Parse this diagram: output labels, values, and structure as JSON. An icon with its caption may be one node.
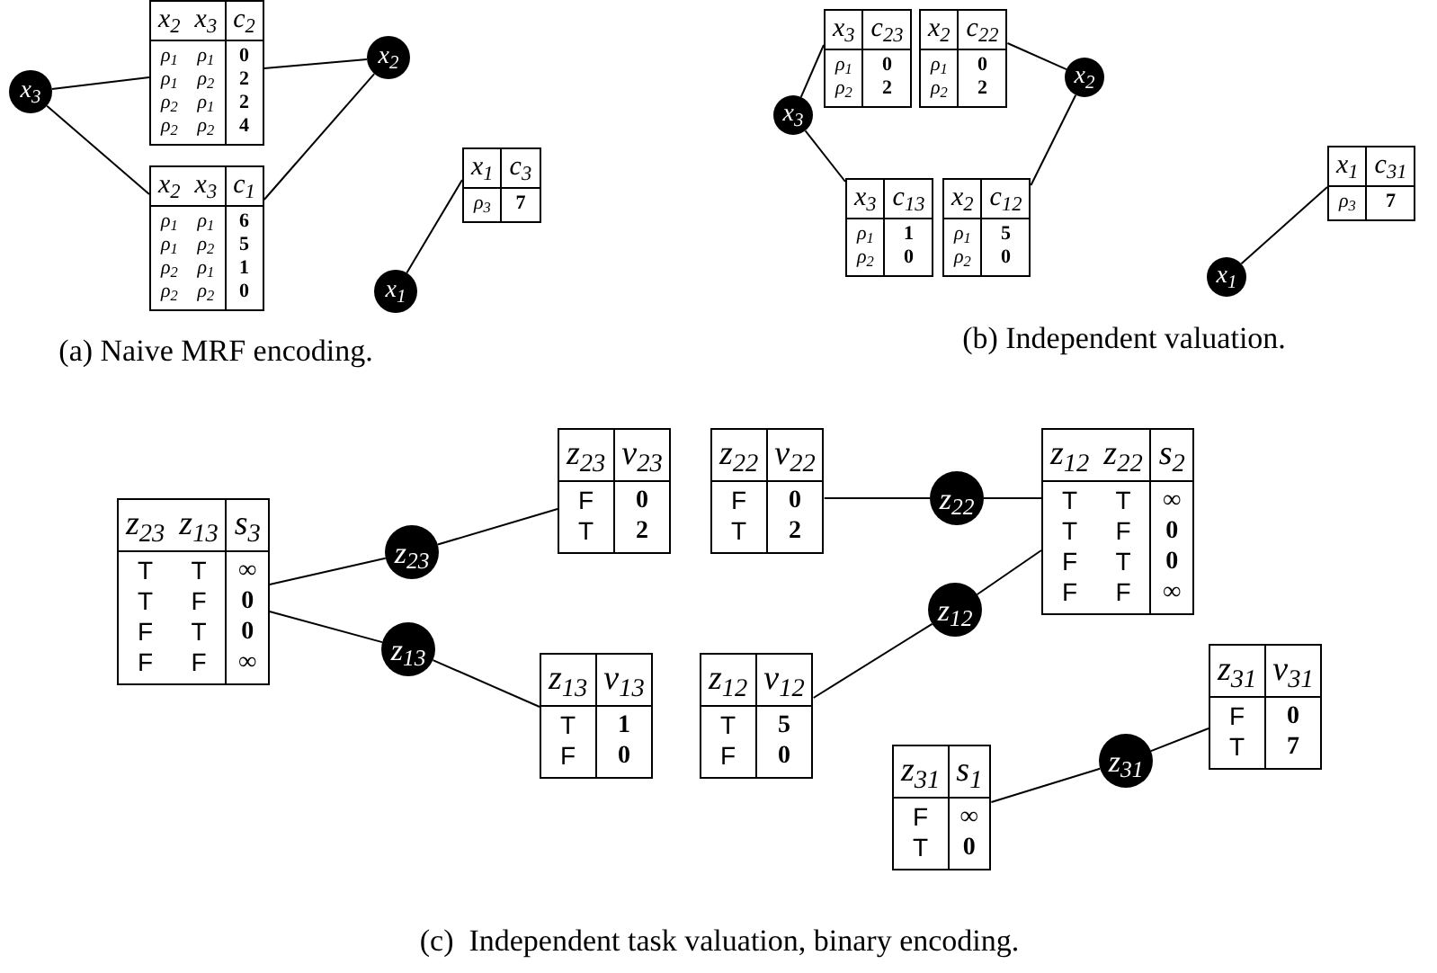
{
  "diagram": {
    "nodes": [
      {
        "text": [
          "x$_{2}$",
          "x$_{3}$",
          "c$_{2}$",
          "ρ$_{1}$",
          "ρ$_{1}$",
          "0",
          "ρ$_{1}$",
          "ρ$_{2}$",
          "2",
          "ρ$_{2}$",
          "ρ$_{1}$",
          "2",
          "ρ$_{2}$",
          "ρ$_{2}$",
          "4"
        ]
      },
      {
        "text": [
          "x$_{3}$"
        ]
      },
      {
        "text": [
          "x$_{2}$"
        ]
      },
      {
        "text": [
          "x$_{2}$",
          "x$_{3}$",
          "c$_{1}$",
          "ρ$_{1}$",
          "ρ$_{1}$",
          "6",
          "ρ$_{1}$",
          "ρ$_{2}$",
          "5",
          "ρ$_{2}$",
          "ρ$_{1}$",
          "1",
          "ρ$_{2}$",
          "ρ$_{2}$",
          "0"
        ]
      },
      {
        "text": [
          "x$_{1}$",
          "c$_{3}$",
          "ρ$_{3}$",
          "7"
        ]
      },
      {
        "text": [
          "x$_{1}$"
        ]
      },
      {
        "text": [
          "x$_{3}$",
          "c$_{23}$",
          "ρ$_{1}$",
          "0",
          "ρ$_{2}$",
          "2"
        ]
      },
      {
        "text": [
          "x$_{2}$",
          "c$_{22}$",
          "ρ$_{1}$",
          "0",
          "ρ$_{2}$",
          "2"
        ]
      },
      {
        "text": [
          "x$_{3}$"
        ]
      },
      {
        "text": [
          "x$_{2}$"
        ]
      },
      {
        "text": [
          "x$_{3}$",
          "c$_{13}$",
          "ρ$_{1}$",
          "1",
          "ρ$_{2}$",
          "0"
        ]
      },
      {
        "text": [
          "x$_{2}$",
          "c$_{12}$",
          "ρ$_{1}$",
          "5",
          "ρ$_{2}$",
          "0"
        ]
      },
      {
        "text": [
          "x$_{1}$",
          "c$_{31}$",
          "ρ$_{3}$",
          "7"
        ]
      },
      {
        "text": [
          "x$_{1}$"
        ]
      },
      {
        "text": [
          "z$_{23}$",
          "z$_{13}$",
          "s$_{3}$",
          "T",
          "T",
          "∞",
          "T",
          "F",
          "0",
          "F",
          "T",
          "0",
          "F",
          "F",
          "∞"
        ]
      },
      {
        "text": [
          "z$_{23}$",
          "v$_{23}$",
          "F",
          "0",
          "T",
          "2"
        ]
      },
      {
        "text": [
          "z$_{22}$",
          "v$_{22}$",
          "F",
          "0",
          "T",
          "2"
        ]
      },
      {
        "text": [
          "z$_{23}$"
        ]
      },
      {
        "text": [
          "z$_{22}$"
        ]
      },
      {
        "text": [
          "z$_{12}$",
          "z$_{22}$",
          "s$_{2}$",
          "T",
          "T",
          "∞",
          "T",
          "F",
          "0",
          "F",
          "T",
          "0",
          "F",
          "F",
          "∞"
        ]
      },
      {
        "text": [
          "z$_{13}$"
        ]
      },
      {
        "text": [
          "z$_{12}$"
        ]
      },
      {
        "text": [
          "z$_{13}$",
          "v$_{13}$",
          "T",
          "1",
          "F",
          "0"
        ]
      },
      {
        "text": [
          "z$_{12}$",
          "v$_{12}$",
          "T",
          "5",
          "F",
          "0"
        ]
      },
      {
        "text": [
          "z$_{31}$",
          "v$_{31}$",
          "F",
          "0",
          "T",
          "7"
        ]
      },
      {
        "text": [
          "z$_{31}$"
        ]
      },
      {
        "text": [
          "z$_{31}$",
          "s$_{1}$",
          "F",
          "∞",
          "T",
          "0"
        ]
      }
    ],
    "edges": [
      {
        "from": 1,
        "to": 0,
        "arrow": "none"
      },
      {
        "from": 1,
        "to": 3,
        "arrow": "none"
      },
      {
        "from": 0,
        "to": 2,
        "arrow": "none"
      },
      {
        "from": 3,
        "to": 2,
        "arrow": "none"
      },
      {
        "from": 5,
        "to": 4,
        "arrow": "none"
      },
      {
        "from": 8,
        "to": 6,
        "arrow": "none"
      },
      {
        "from": 8,
        "to": 10,
        "arrow": "none"
      },
      {
        "from": 7,
        "to": 9,
        "arrow": "none"
      },
      {
        "from": 11,
        "to": 9,
        "arrow": "none"
      },
      {
        "from": 13,
        "to": 12,
        "arrow": "none"
      },
      {
        "from": 14,
        "to": 17,
        "arrow": "none"
      },
      {
        "from": 17,
        "to": 15,
        "arrow": "none"
      },
      {
        "from": 14,
        "to": 20,
        "arrow": "none"
      },
      {
        "from": 20,
        "to": 22,
        "arrow": "none"
      },
      {
        "from": 16,
        "to": 18,
        "arrow": "none"
      },
      {
        "from": 18,
        "to": 19,
        "arrow": "none"
      },
      {
        "from": 23,
        "to": 21,
        "arrow": "none"
      },
      {
        "from": 21,
        "to": 19,
        "arrow": "none"
      },
      {
        "from": 26,
        "to": 25,
        "arrow": "none"
      },
      {
        "from": 25,
        "to": 24,
        "arrow": "none"
      }
    ],
    "labels": [
      "(a) Naive MRF encoding.",
      "(b) Independent valuation.",
      "(c)  Independent task valuation, binary encoding."
    ]
  }
}
